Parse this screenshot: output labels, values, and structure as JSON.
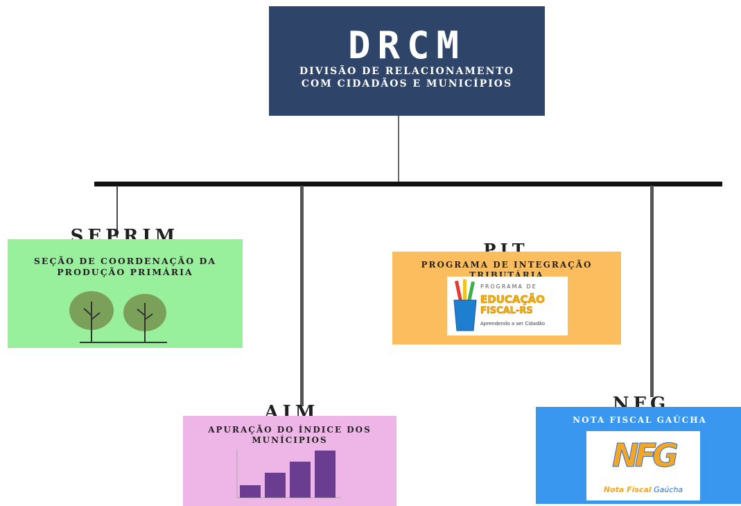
{
  "root": {
    "acronym": "DRCM",
    "name_line1": "DIVISÃO DE RELACIONAMENTO",
    "name_line2": "COM CIDADÃOS E MUNICÍPIOS"
  },
  "units": {
    "seprim": {
      "acronym": "SEPRIM",
      "name_line1": "SEÇÃO DE COORDENAÇÃO DA",
      "name_line2": "PRODUÇÃO PRIMÁRIA"
    },
    "pit": {
      "acronym": "PIT",
      "name_line1": "PROGRAMA DE INTEGRAÇÃO",
      "name_line2": "TRIBUTÁRIA",
      "logo": {
        "line1": "PROGRAMA DE",
        "line2": "EDUCAÇÃO",
        "line3": "FISCAL-RS",
        "tagline": "Aprendendo a ser Cidadão"
      }
    },
    "aim": {
      "acronym": "AIM",
      "name_line1": "APURAÇÃO DO ÍNDICE DOS",
      "name_line2": "MUNÍCIPIOS"
    },
    "nfg": {
      "acronym": "NFG",
      "name_line1": "NOTA FISCAL GAÚCHA",
      "logo": {
        "mark": "NFG",
        "caption_part1": "Nota Fiscal",
        "caption_part2": "Gaúcha"
      }
    }
  },
  "colors": {
    "root_bg": "#2e4569",
    "seprim_bg": "#99f09c",
    "pit_bg": "#fbbd5e",
    "aim_bg": "#eeb6e6",
    "nfg_bg": "#3a97f0",
    "tree": "#7aa05a",
    "bar": "#6a3d91"
  },
  "icons": {
    "seprim": "two-trees-icon",
    "aim": "bar-chart-icon"
  }
}
